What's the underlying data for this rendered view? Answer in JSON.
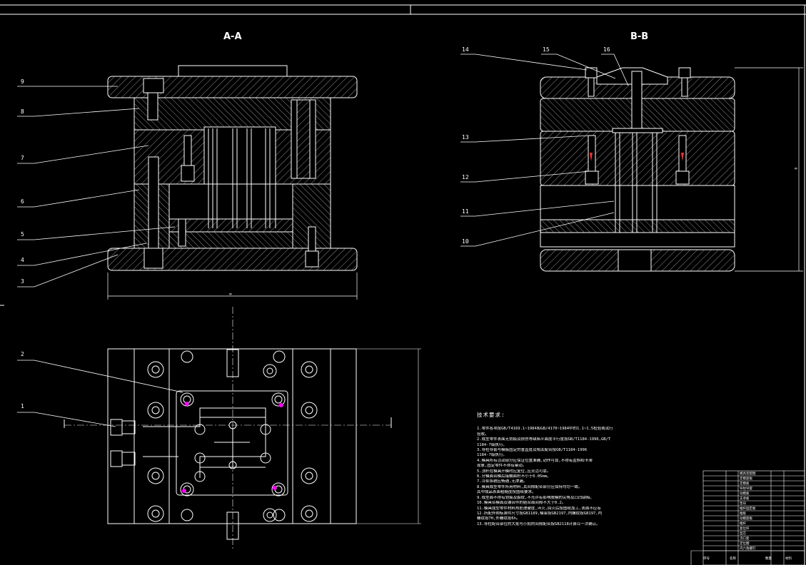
{
  "views": {
    "section_aa": "A-A",
    "section_bb": "B-B"
  },
  "callouts_aa": [
    "9",
    "8",
    "7",
    "6",
    "5",
    "4",
    "3"
  ],
  "callouts_bb": [
    "14",
    "15",
    "16",
    "13",
    "12",
    "11",
    "10"
  ],
  "callouts_plan": [
    "2",
    "1"
  ],
  "dimension_marks": {
    "overall_width": "∞",
    "bb_height": "∞"
  },
  "technical_requirements": {
    "title": "技术要求:",
    "items": [
      "1.零件各项按GB/T4169.1~1984和GB/4170~1984中的1.1~1.5检验或试行",
      "验收。",
      "2.成型零件表面无划痕及损伤等缺陷平面度平行度按GB/T1184-1996,GB/T",
      "1184-7级执行。",
      "3.导柱导套与模板固定的垂直度及相关配合按GB/T1184-1996",
      "1184-7级执行。",
      "4.模具所有活动部分应保证位置准确,动作可靠,不得有歪斜和卡滞",
      "现象,固定零件不得有窜动。",
      "5.顶杆在模具开模时应复位,应灵活可靠。",
      "6.分模面合模后接触面积不小于0.05mm。",
      "7.冷却系统应畅通,无渗漏。",
      "8.模具成型零件所用材料,其间隙配合部分应保持均匀一致。",
      "  其中成品表面粗糙度按图纸要求。",
      "9.成型面不得有划痕及裂纹,不允许有影响脱模的尖角及凸凹缺陷。",
      "10.模具合模面及镶合件的结合面间隙不大于0.2。",
      "11.模具成型零件材料热处理硬度,淬火,回火后按图纸加工,表面不应有",
      "12.所配外购标准件尺寸按GB1189,模架按GB2197,内螺纹按GB197,内",
      "螺纹按7H,外螺纹按6h。",
      "13.导柱配合部位的大批与小批的间隙配合按GB2118计算以一次确认。"
    ]
  },
  "title_block": {
    "rows": [
      "模具装配图",
      "定模座板",
      "定模板",
      "导柱导套",
      "动模板",
      "支承板",
      "垫块",
      "推杆固定板",
      "推板",
      "动模座板",
      "推杆",
      "复位杆",
      "型芯",
      "浇口套",
      "定位圈",
      "内六角螺钉"
    ],
    "footer": [
      "序号",
      "名称",
      "数量",
      "材料"
    ]
  },
  "colors": {
    "line": "#ffffff",
    "magenta": "#ff00ff",
    "background": "#000000"
  }
}
